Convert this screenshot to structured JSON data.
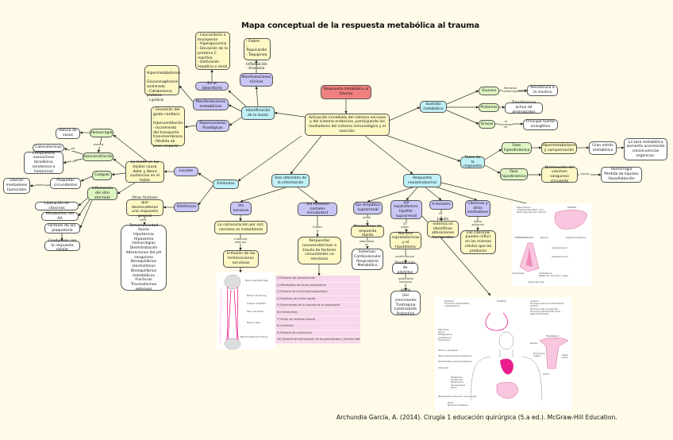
{
  "title": "Mapa conceptual de la respuesta metabólica al trauma",
  "citation": "Archundia García, A. (2014). Cirugía 1 educación quirúrgica (5.a ed.). McGraw-Hill Education.",
  "colors": {
    "root": "#f08080",
    "hub": "#bff1f7",
    "category": "#c9c6f6",
    "concept": "#fdf8c4",
    "green": "#dff6c2",
    "leaf": "#ffffff",
    "background": "#fffbe8",
    "illustration_accent": "#e91e8c"
  },
  "nodes": {
    "root": "Respuesta metabólica al trauma",
    "activation": "Activación inmediata del sistema nervioso y del sistema endocrino, participando los mediadores del sistema inmunológico y el vascular.",
    "identificacion": "Identificación de la lesión",
    "manif_clinicas": "Manifestaciones clínicas",
    "clinicas_list": "- Fiebre\n- Taquicardia\n- Taquipnea\n- Inflamación\n- Anorexia",
    "laboratorio": "En el laboratorio",
    "lab_list": "- Leucocitosis o leucopenia\n- Hiperglucemia\n- Elevación de la proteína C reactiva\n- Disfunción hepática o renal",
    "manif_metabolicas": "Manifestaciones metabólicas",
    "metab_list": "- Hipermetabolismo\n- Gluconeogénesis acelerada\n- Catabolismo proteico\n- Lipólisis",
    "repercusiones": "Repercusiones fisiológicas",
    "reperc_list": "- Elevación del gasto cardíaco\n- Hiperventilación\n- Incremento del transporte transmembrana\n- Pérdida de peso corporal",
    "sustrato": "Sustrato metabólico",
    "glucosa": "Glucosa",
    "glucosa_label": "Hormonas contrarreguladoras",
    "resistencia": "Resistencia a la insulina",
    "proteinas": "Proteínas",
    "transferencia": "Transferencia activa de aminoácidos",
    "grasas": "Grasas",
    "grasas_label": "se convierten en",
    "fuente": "Principal fuente energética",
    "fases": "Fases de la respuesta",
    "hiperdinamica": "Fase hiperdinámica",
    "hipermet_comp": "Hipermetabolismo y compensación",
    "estres": "Gran estrés metabólico",
    "tasa": "La tasa metabólica aumenta acarreando consecuencias orgánicas.",
    "hipodinamica": "Fase hipodinámica",
    "disminucion": "Disminución del volumen sanguíneo circulante",
    "disminucion_label": "causas",
    "hemorragia_perdida": "Hemorragia\nPérdida de líquidos\nVasodilatación",
    "estimulos": "Estímulos",
    "locales": "Locales",
    "lesion_tejidos": "La lesión en los tejidos causa dolor y libera sustancias en el tejido",
    "hemorragia": "Hemorragia",
    "rotura": "Rotura de vasos",
    "hemorragia_label": "provoca",
    "vasoconstriccion": "Vasoconstricción",
    "catecolaminas": "Catecolaminas",
    "vasoactivos": "Compuestos vasoactivos (bradikina, serotonina e histamina)",
    "por_label": "por",
    "coagulo": "Coágulo",
    "plaquetas": "Plaquetas circundantes",
    "liberan_label": "liberan",
    "mediadores": "Liberan mediadores humorales",
    "inflamacion": "Inflamación del sitio afectado",
    "citocinas": "Liberación de citocinas",
    "metabolitos_aa": "Metabolitos del AA",
    "factores_plaq": "Factores de act. plaquetaria",
    "coadyuvan": "Coadyuvan con la respuesta celular",
    "sistemicos": "Sistémicos",
    "otros_factores": "Otros factores que desencadenan una respuesta general",
    "otros_label": "como",
    "otros_list": "Temorlansiedad\nAyuno\nHipotermia\nHipoxemia\nHemorragias\nDeshidratación\nAlteraciones del pH sanguíneo\nDesequilibrios electrolíticos\nDesequilibrios metabólicos\nFracturas\nTraumatismos extensos",
    "vias_aferentes": "Vías aferentes de la información",
    "via_nerviosa": "Vía nerviosa",
    "comunicacion": "La comunicación por sist. nervioso es instantánea",
    "comunicacion_label": "a estímulo\ndado por",
    "irritacion": "Irritación de las terminaciones nerviosas",
    "via_humoral": "Vía humoral (señales circulantes)",
    "humoral_label": "Existen",
    "respuestas_neuro": "Respuestas neuroendócrinas a través de factores circundantes no nerviosos",
    "resp_neuroendocrina": "Respuesta neuroendocrina",
    "eje_simpatico": "Eje simpático suprarrenal",
    "simpatico_label": "ayuda",
    "mecanismos": "Mecanismos de respuesta rápida",
    "mecanismos_label": "observados en",
    "sistemas": "Sistemas: Cardiovascular Respiratorio Metabólico",
    "eje_hhs": "Eje hipotalámico-hipófisi-suprarrenal",
    "hhs_label": "Su origen",
    "nucleos": "Núcleos supratalámicos y el hipotálamo",
    "nucleos_label": "constituido por",
    "peptidos": "Producción de péptidos",
    "peptidos_label": "productores\nhormonas",
    "hormonas": "ACTH\nDel crecimiento\nTirotropina\nLuteinizante\nProlactina",
    "a_lesiones": "A lesiones",
    "lesiones_label": "ha",
    "lesion_extensa": "Lesión extensa se identifican alteraciones hormonales",
    "citocinas_med": "Citocinas y otros mediadores",
    "citocinas_med_label": "efecto autócrino",
    "citocinas_influir": "Las citocinas pueden influir en las mismas células que las producen"
  },
  "factor_list": [
    "1) Factores del complemento",
    "2) Metabolitos del ácido araquidónico",
    "3) Factores de la actividad plaquetaria",
    "4) Proteínas de la fase aguda",
    "5) Estimulantes de la cascada de la coagulación",
    "6) Interleucinas",
    "7) Factor de necrosis tumoral",
    "8) Interferón",
    "9) Factores de crecimiento",
    "10) Factores de estimulación de los granulocitos y muchos más"
  ],
  "illustrations": {
    "nervous": {
      "captions": [
        "Nervio glosofaríngeo",
        "Nervio del Hering",
        "Cuerpo carotídeo",
        "Seno carotídeo",
        "Nervio vago",
        "Barorreceptores aórticos"
      ]
    },
    "adrenal": {
      "captions": [
        "Hipovolemia\nCorticotrofina (Na⁺ y K⁺)\nACTH (glomerular) normal",
        "HÍGADO",
        "SUPRARRENALES",
        "Renina",
        "Angiotensinógeno",
        "Angiotensina I",
        "Angiotensina II",
        "Corticoides",
        "Aldosterona\nRetención de sodio y agua",
        "Catecolaminas"
      ]
    },
    "body": {
      "captions": [
        "Posterior\nHormona antidiurética\n(vasopresina)",
        "Hipófisis",
        "Anterior\nHormona adrenocorticotrópica\n(ACTH)\nHormona del crecimiento\nHormona estimulante de la\nglándula tiroides",
        "Estímulos\nAyuno\nTemperatura\nAnestésicos\nHipoxemia",
        "Temor y ansiedad",
        "Hipovolemia-presorreceptores",
        "Osmolaridad-osmorreceptores",
        "Citocinas",
        "Histamina\nSerotonina\nBradicinina\nEicosanoides\nOtros",
        "Manipulación visceral: nervio vago",
        "Dolor\nNervios somáticos",
        "Hipotálamo",
        "Recibe",
        "Eminencia\nmedia",
        "Vasos\nporta",
        "ACTH"
      ]
    }
  }
}
